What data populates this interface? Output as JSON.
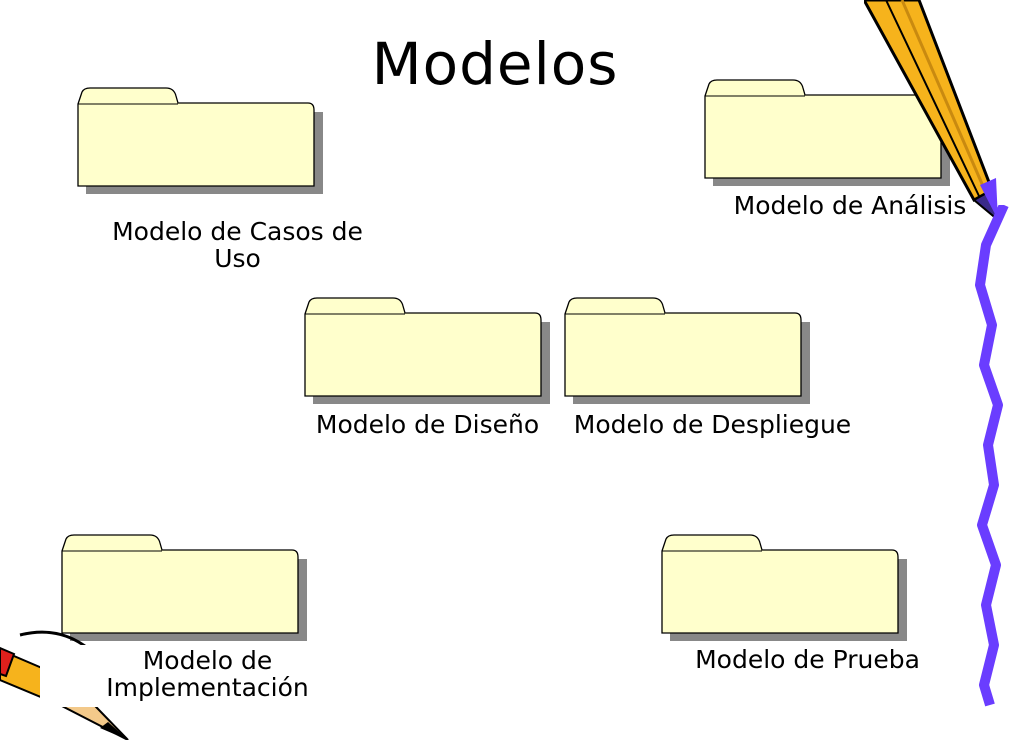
{
  "title": "Modelos",
  "packages": [
    {
      "label": "Modelo de Casos de\nUso"
    },
    {
      "label": "Modelo de Análisis"
    },
    {
      "label": "Modelo de Diseño"
    },
    {
      "label": "Modelo de Despliegue"
    },
    {
      "label": "Modelo de\nImplementación"
    },
    {
      "label": "Modelo de Prueba"
    }
  ],
  "colors": {
    "folder_fill": "#ffffcc",
    "folder_shadow": "#888888",
    "squiggle": "#6a3dff",
    "pencil_body": "#f6b31c"
  }
}
